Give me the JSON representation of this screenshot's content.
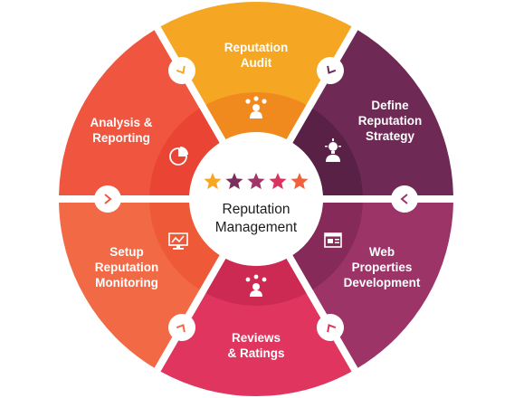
{
  "diagram": {
    "center": {
      "line1": "Reputation",
      "line2": "Management",
      "stars": [
        {
          "color": "#f5a623"
        },
        {
          "color": "#7a2f5c"
        },
        {
          "color": "#a0356a"
        },
        {
          "color": "#d9335f"
        },
        {
          "color": "#f0603c"
        }
      ]
    },
    "segments": [
      {
        "id": "audit",
        "lines": [
          "Reputation",
          "Audit"
        ],
        "color": "#f5a623",
        "inner": "#f08a1f",
        "icon": "people-icon"
      },
      {
        "id": "strategy",
        "lines": [
          "Define",
          "Reputation",
          "Strategy"
        ],
        "color": "#6e2a54",
        "inner": "#5a2146",
        "icon": "idea-person-icon"
      },
      {
        "id": "web",
        "lines": [
          "Web",
          "Properties",
          "Development"
        ],
        "color": "#9c3468",
        "inner": "#862a59",
        "icon": "website-icon"
      },
      {
        "id": "reviews",
        "lines": [
          "Reviews",
          "& Ratings"
        ],
        "color": "#e0355f",
        "inner": "#cc2a52",
        "icon": "rating-people-icon"
      },
      {
        "id": "monitoring",
        "lines": [
          "Setup",
          "Reputation",
          "Monitoring"
        ],
        "color": "#f26a45",
        "inner": "#ee5a38",
        "icon": "monitor-chart-icon"
      },
      {
        "id": "analysis",
        "lines": [
          "Analysis &",
          "Reporting"
        ],
        "color": "#f0563f",
        "inner": "#ea4534",
        "icon": "pie-chart-icon"
      }
    ]
  }
}
